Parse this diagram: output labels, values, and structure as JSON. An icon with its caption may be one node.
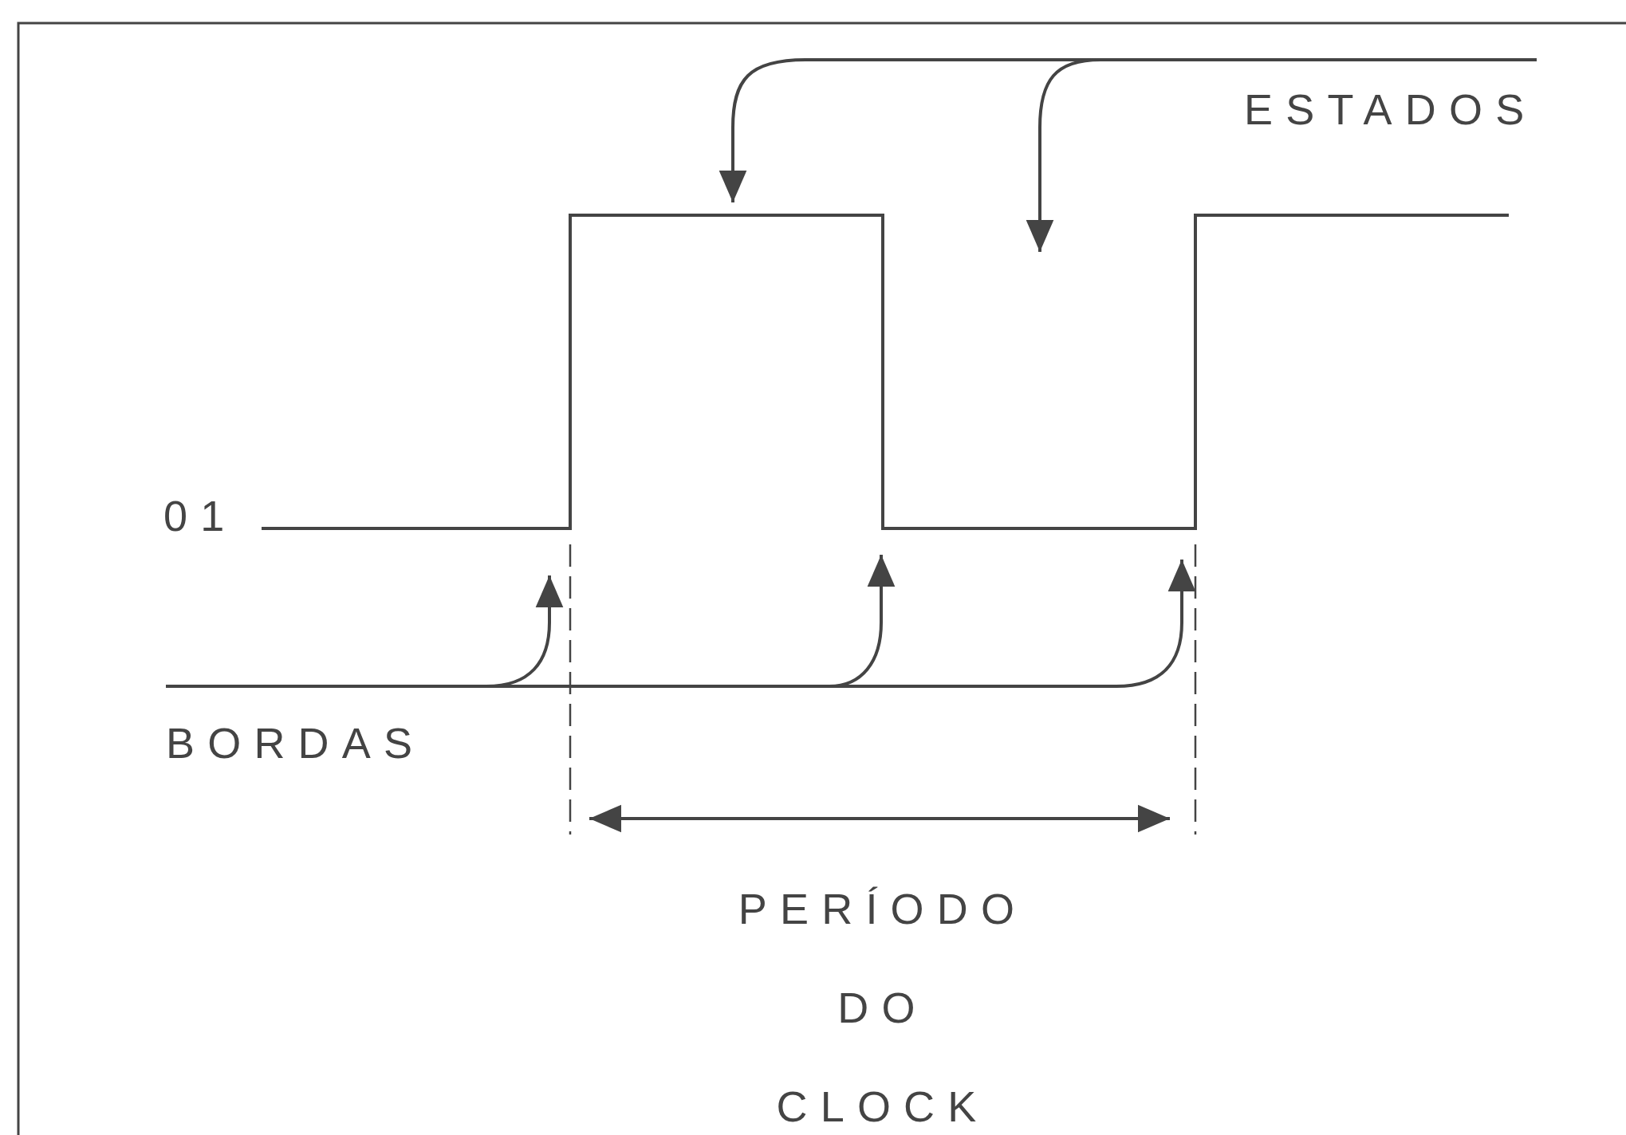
{
  "diagram": {
    "nodes": [
      {
        "text": [
          "ESTADOS"
        ]
      },
      {
        "text": [
          "BORDAS"
        ]
      }
    ],
    "edges": [
      {
        "from": 0,
        "to": null,
        "arrow": "to"
      },
      {
        "from": 0,
        "to": null,
        "arrow": "to"
      },
      {
        "from": 1,
        "to": null,
        "arrow": "to"
      },
      {
        "from": 1,
        "to": null,
        "arrow": "to"
      },
      {
        "from": 1,
        "to": null,
        "arrow": "to"
      }
    ],
    "labels": [
      "01",
      "PERÍODO DO CLOCK"
    ]
  }
}
